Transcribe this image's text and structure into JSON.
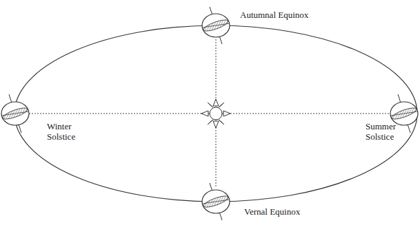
{
  "diagram": {
    "labels": [
      "Autumnal Equinox",
      "Winter Solstice",
      "Summer Solstice",
      "Vernal Equinox"
    ]
  }
}
